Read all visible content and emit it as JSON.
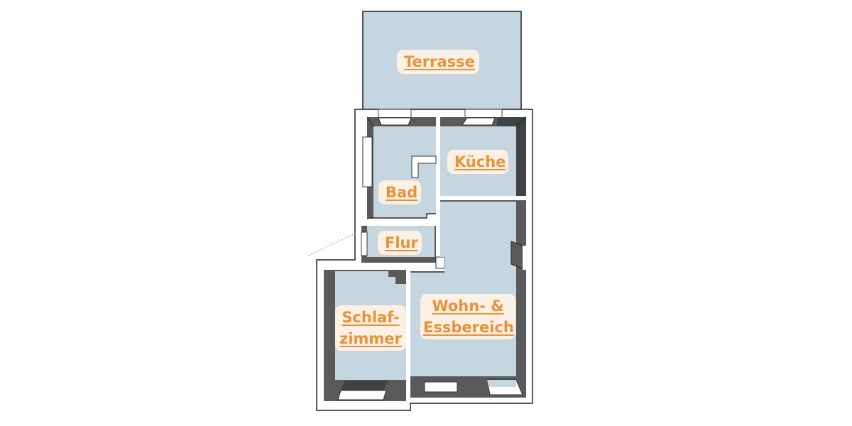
{
  "plan": {
    "colors": {
      "floor": "#c5d6e1",
      "wall_outline": "#222222",
      "wall_fill": "#ffffff",
      "wall_dark": "#5a5a5a",
      "wall_darker": "#3f4346",
      "label_bg": "#fbf0e4",
      "label_text": "#e8923a"
    },
    "rooms": [
      {
        "id": "terrasse",
        "label": "Terrasse"
      },
      {
        "id": "kueche",
        "label": "Küche"
      },
      {
        "id": "bad",
        "label": "Bad"
      },
      {
        "id": "flur",
        "label": "Flur"
      },
      {
        "id": "schlafzimmer",
        "label_line1": "Schlaf-",
        "label_line2": "zimmer"
      },
      {
        "id": "wohn",
        "label_line1": "Wohn- &",
        "label_line2": "Essbereich"
      }
    ]
  }
}
